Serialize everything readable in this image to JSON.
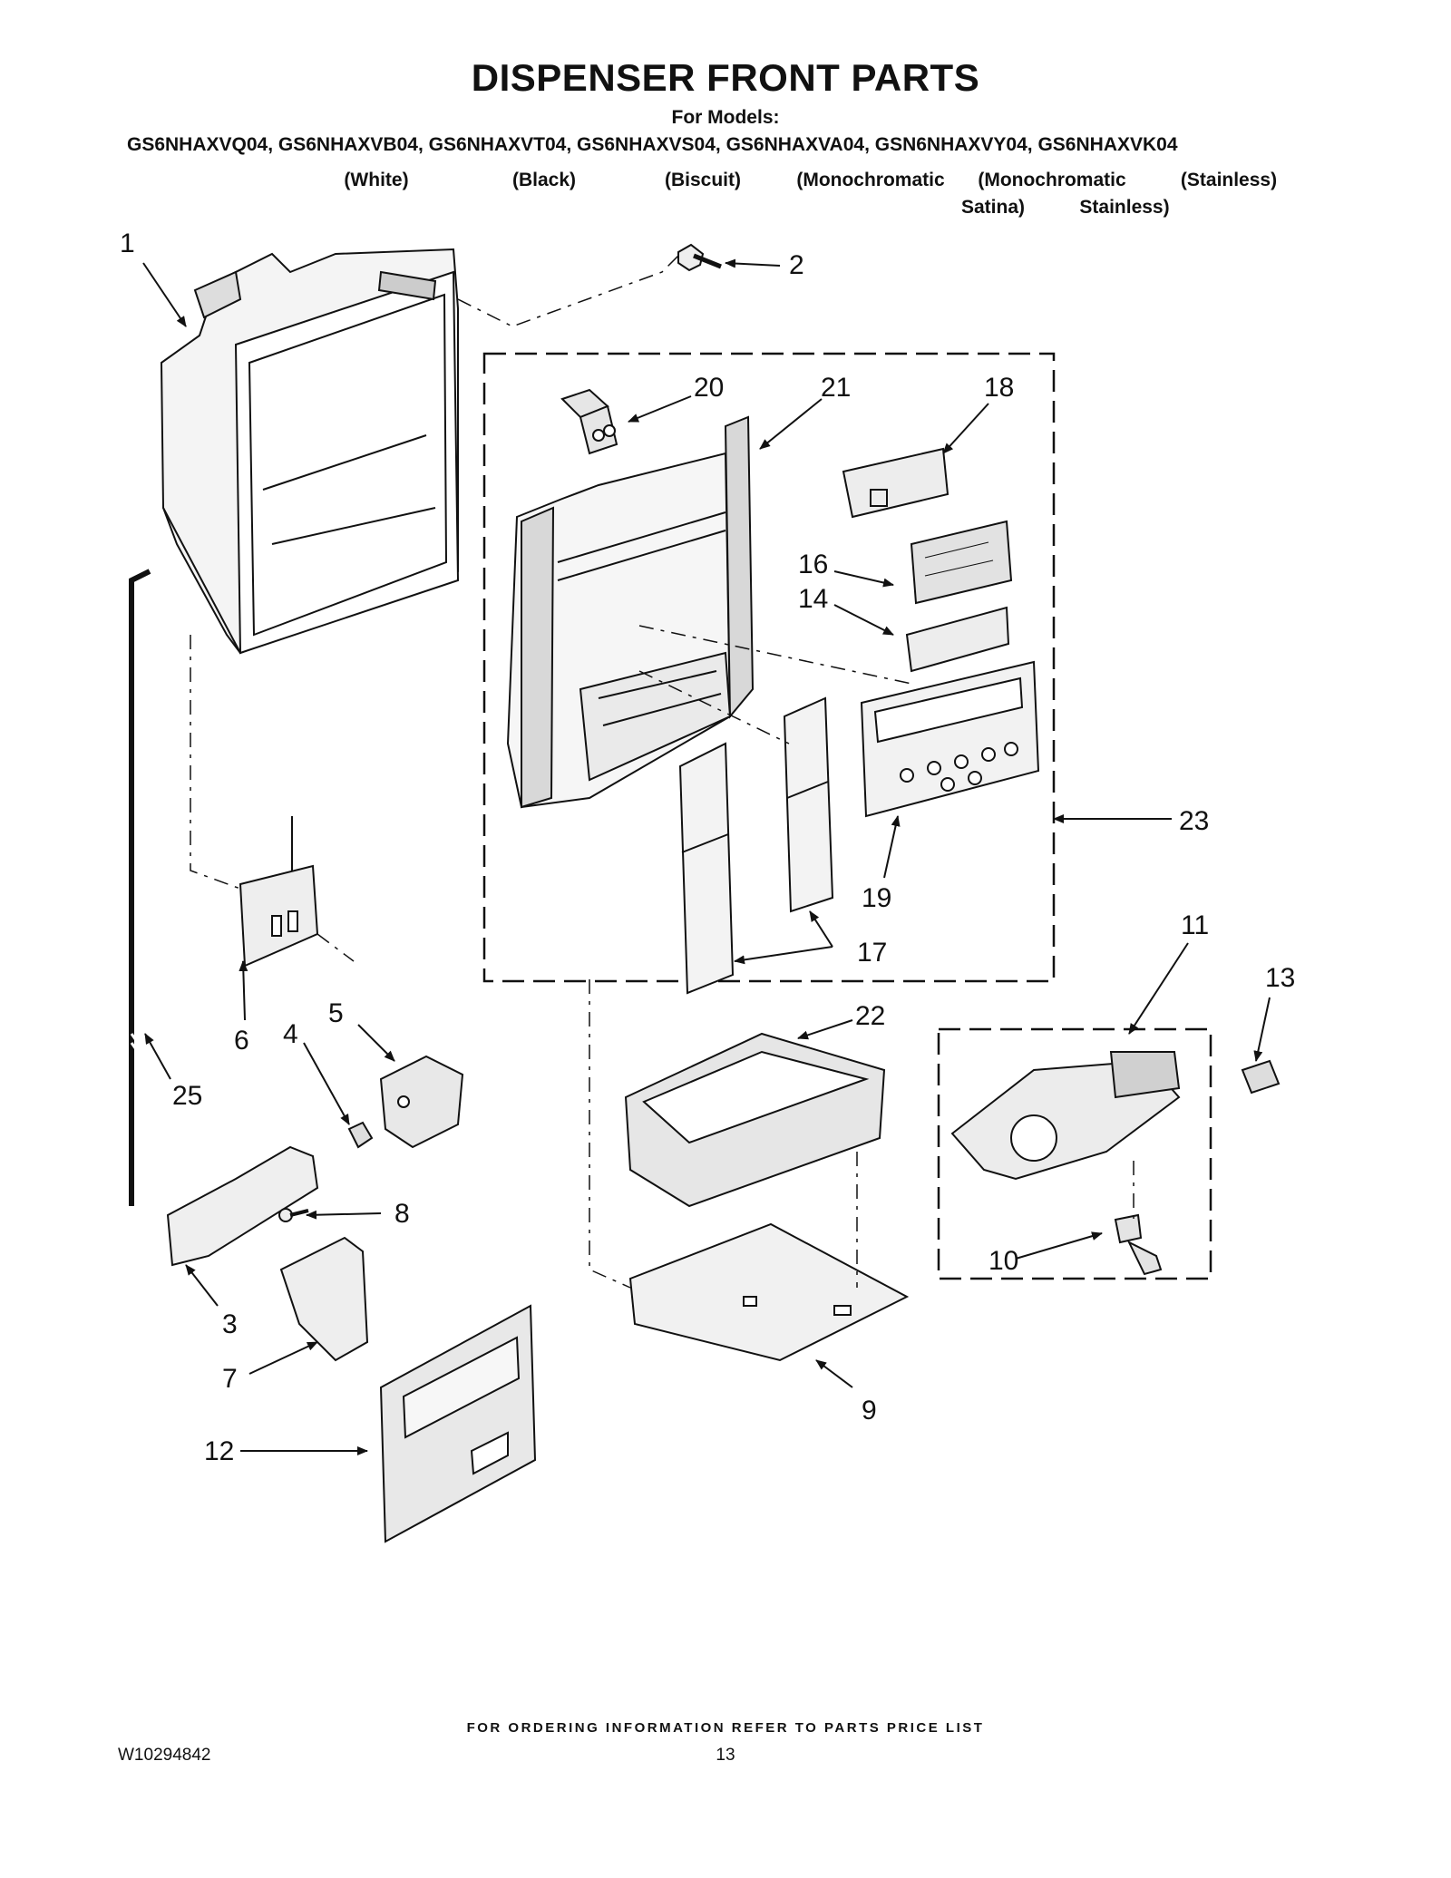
{
  "title": "DISPENSER FRONT PARTS",
  "for_models_label": "For Models:",
  "models_line": "GS6NHAXVQ04, GS6NHAXVB04, GS6NHAXVT04, GS6NHAXVS04, GS6NHAXVA04, GSN6NHAXVY04, GS6NHAXVK04",
  "variants": [
    "(White)",
    "(Black)",
    "(Biscuit)",
    "(Monochromatic",
    "(Monochromatic",
    "(Stainless)"
  ],
  "variants_line2": [
    "Satina)",
    "Stainless)"
  ],
  "callouts": [
    "1",
    "2",
    "20",
    "21",
    "18",
    "16",
    "14",
    "23",
    "19",
    "17",
    "11",
    "13",
    "22",
    "10",
    "9",
    "25",
    "6",
    "5",
    "4",
    "8",
    "3",
    "7",
    "12"
  ],
  "footer": "FOR ORDERING INFORMATION REFER TO PARTS PRICE LIST",
  "doc_number": "W10294842",
  "page_number": "13"
}
